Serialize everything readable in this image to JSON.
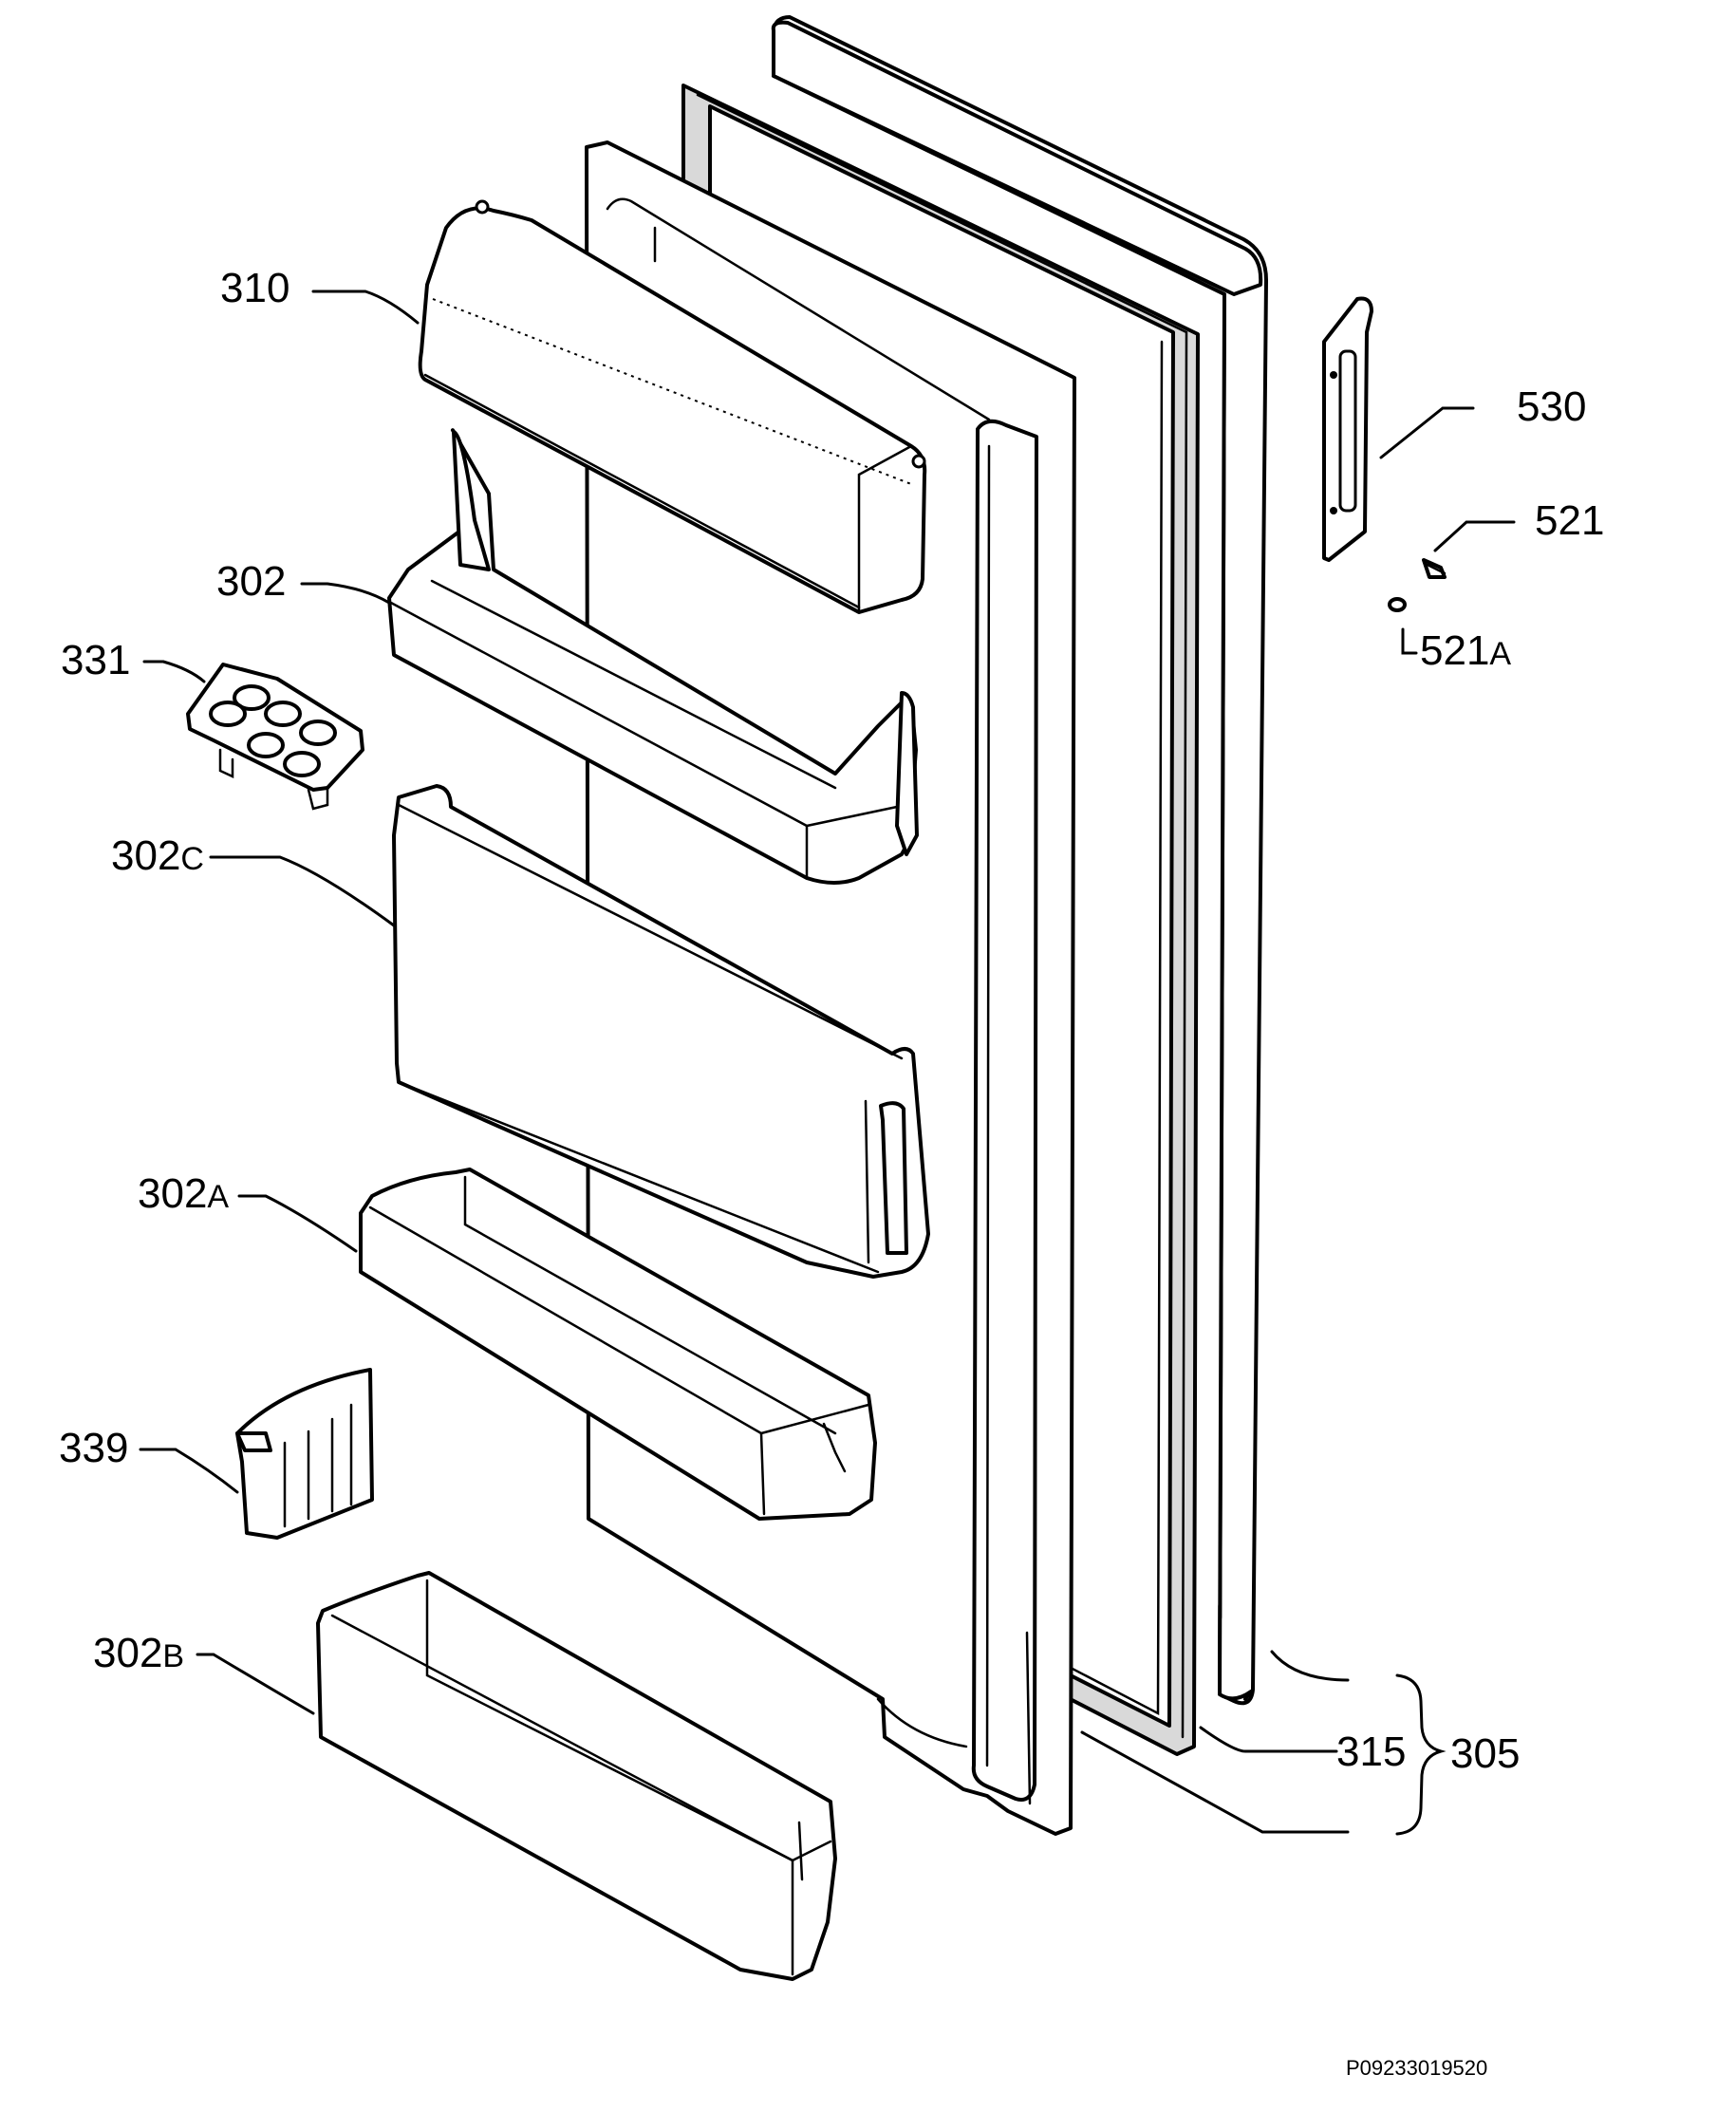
{
  "labels": {
    "p310": "310",
    "p302": "302",
    "p331": "331",
    "p302c_num": "302",
    "p302c_suffix": "C",
    "p302a_num": "302",
    "p302a_suffix": "A",
    "p339": "339",
    "p302b_num": "302",
    "p302b_suffix": "B",
    "p530": "530",
    "p521": "521",
    "p521a_num": "521",
    "p521a_suffix": "A",
    "p315": "315",
    "p305": "305"
  },
  "drawing_code": "P09233019520"
}
